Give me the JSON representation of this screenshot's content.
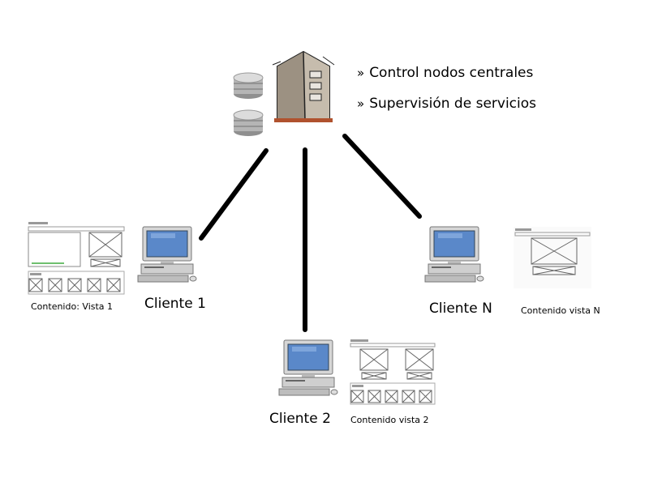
{
  "server": {
    "bullets": [
      {
        "mark": "»",
        "text": "Control nodos centrales"
      },
      {
        "mark": "»",
        "text": "Supervisión de servicios"
      }
    ]
  },
  "clients": [
    {
      "name": "Cliente 1",
      "content": "Contenido: Vista 1"
    },
    {
      "name": "Cliente 2",
      "content": "Contenido vista 2"
    },
    {
      "name": "Cliente N",
      "content": "Contenido vista N"
    }
  ],
  "colors": {
    "link": "#000000",
    "screen": "#5a88c9",
    "building": "#a3988a"
  }
}
